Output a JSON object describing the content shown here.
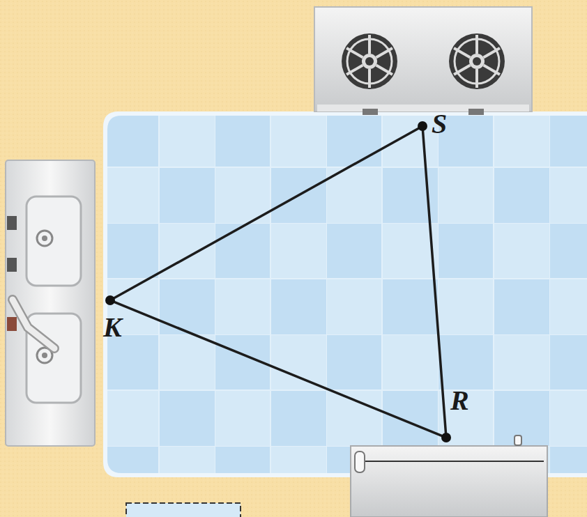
{
  "diagram": {
    "nodes": [
      {
        "text": [
          "S"
        ]
      },
      {
        "text": [
          "K"
        ]
      },
      {
        "text": [
          "R"
        ]
      }
    ],
    "edges": [
      {
        "from": 1,
        "to": 0,
        "arrow": "none"
      },
      {
        "from": 0,
        "to": 2,
        "arrow": "none"
      },
      {
        "from": 2,
        "to": 1,
        "arrow": "none"
      }
    ]
  }
}
